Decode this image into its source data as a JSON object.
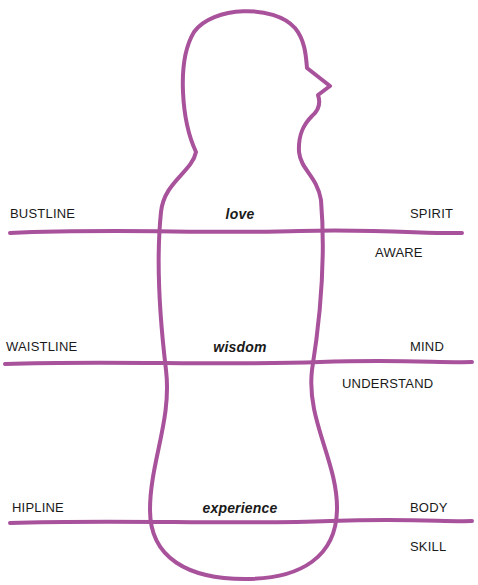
{
  "diagram": {
    "labels": [
      "BUSTLINE",
      "love",
      "SPIRIT",
      "AWARE",
      "WAISTLINE",
      "wisdom",
      "MIND",
      "UNDERSTAND",
      "HIPLINE",
      "experience",
      "BODY",
      "SKILL"
    ]
  }
}
